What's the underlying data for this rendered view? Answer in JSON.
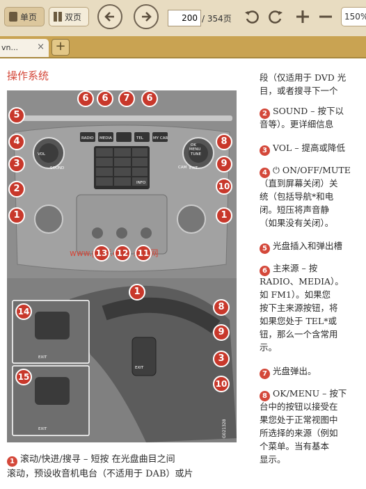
{
  "toolbar": {
    "single_page_label": "单页",
    "double_page_label": "双页",
    "page_current": "200",
    "page_total": "/ 354页",
    "zoom": "150%"
  },
  "tab": {
    "title": "vn...",
    "close": "×",
    "new": "+"
  },
  "doc": {
    "section_title": "操作系统",
    "figure": {
      "callouts": [
        "1",
        "2",
        "3",
        "4",
        "5",
        "6",
        "7",
        "8",
        "9",
        "10",
        "11",
        "12",
        "13",
        "14",
        "15"
      ],
      "watermark": "www.ppdf.com 永汉网",
      "figure_id": "G021328",
      "labels": [
        "RADIO",
        "MEDIA",
        "TEL",
        "MY CAR",
        "VOL",
        "SOUND",
        "TUNE",
        "EXIT",
        "OK",
        "MENU",
        "CAM",
        "INFO",
        "EXIT",
        "EXIT"
      ]
    },
    "right_column": [
      "段（仅适用于 DVD 光",
      "目，或者搜寻下一个",
      "SOUND – 按下以",
      "音等）。更详细信息",
      "VOL – 提高或降低",
      "ON/OFF/MUTE",
      "（直到屏幕关闭）关",
      "统（包括导航*和电",
      "闭。短压将声音静",
      "（如果没有关闭）。",
      "光盘插入和弹出槽",
      "主来源 – 按",
      "RADIO、MEDIA）。",
      "如 FM1）。如果您",
      "按下主来源按钮，将",
      "如果您处于 TEL*或",
      "钮，那么一个含常用",
      "示。",
      "光盘弹出。",
      "OK/MENU – 按下",
      "台中的按钮以接受在",
      "果您处于正常视图中",
      "所选择的来源（例如",
      "个菜单。当有基本",
      "显示。"
    ],
    "bottom_text": [
      "滚动/快进/搜寻 – 短按 在光盘曲目之间",
      "滚动，预设收音机电台（不适用于 DAB）或片"
    ]
  }
}
